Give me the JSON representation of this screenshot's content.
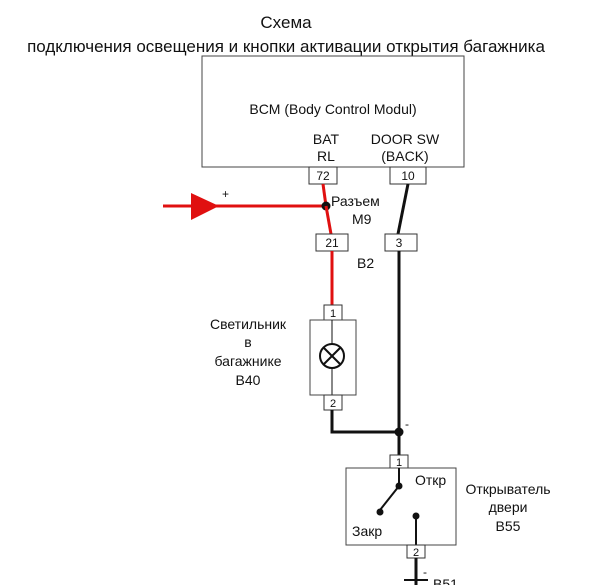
{
  "title": {
    "line1": "Схема",
    "line2": "подключения освещения и кнопки активации открытия багажника"
  },
  "bcm": {
    "label": "BCM (Body Control Modul)",
    "bat_line1": "BAT",
    "bat_line2": "RL",
    "door_line1": "DOOR SW",
    "door_line2": "(BACK)",
    "pin_bat": "72",
    "pin_door": "10"
  },
  "power": {
    "sign": "+"
  },
  "connector_m9": {
    "line1": "Разъем",
    "line2": "M9",
    "pin_left": "21",
    "pin_right": "3"
  },
  "b2": "B2",
  "lamp": {
    "line1": "Светильник",
    "line2": "в",
    "line3": "багажнике",
    "line4": "B40",
    "pin_top": "1",
    "pin_bottom": "2"
  },
  "junction_sign": "-",
  "switch": {
    "label_open": "Откр",
    "label_closed": "Закр",
    "pin_top": "1",
    "pin_bottom": "2",
    "name_line1": "Открыватель",
    "name_line2": "двери",
    "name_line3": "B55"
  },
  "ground": {
    "sign": "-",
    "label": "B51"
  },
  "colors": {
    "red_wire": "#e01010",
    "black_wire": "#111111"
  }
}
